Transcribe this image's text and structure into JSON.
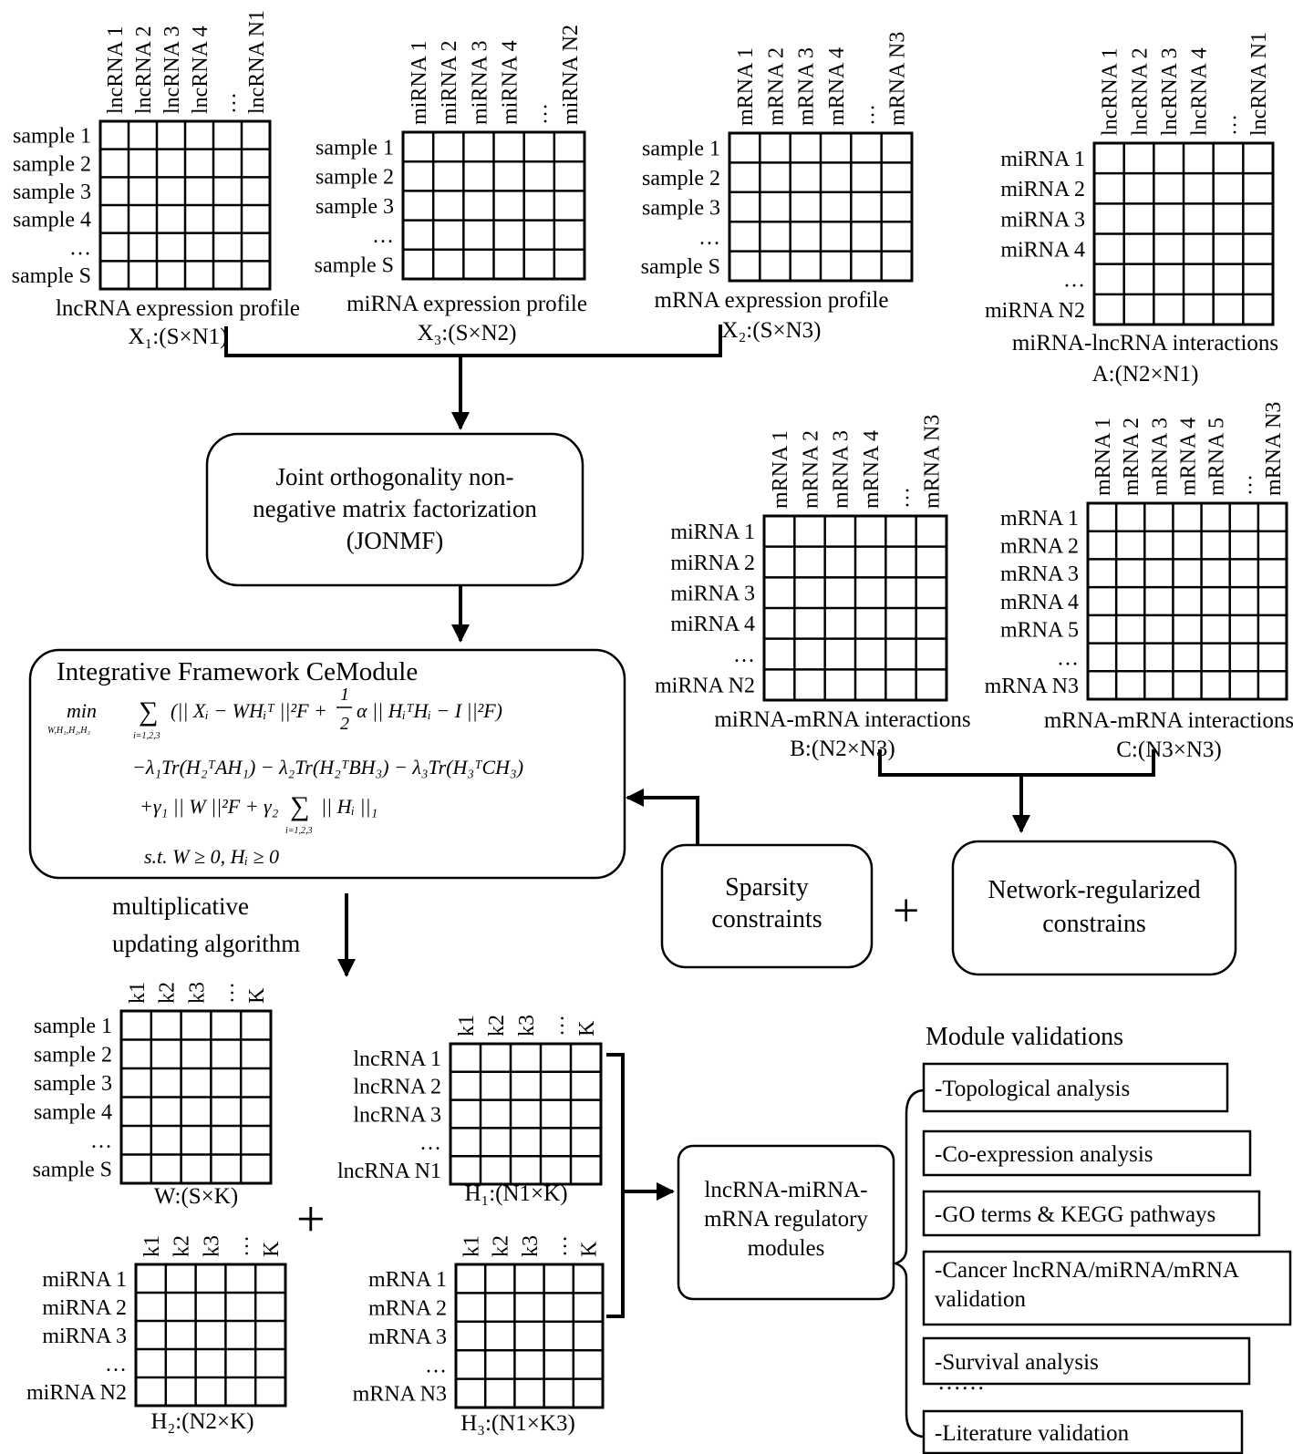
{
  "matrices": [
    {
      "id": "lncrna-expression",
      "col_labels": [
        "lncRNA 1",
        "lncRNA 2",
        "lncRNA 3",
        "lncRNA 4",
        "…",
        "lncRNA N1"
      ],
      "row_labels": [
        "sample 1",
        "sample 2",
        "sample 3",
        "sample 4",
        "…",
        "sample S"
      ],
      "caption": [
        "lncRNA expression profile",
        "X₁:(S×N1)"
      ]
    },
    {
      "id": "mirna-expression",
      "col_labels": [
        "miRNA 1",
        "miRNA 2",
        "miRNA 3",
        "miRNA 4",
        "…",
        "miRNA N2"
      ],
      "row_labels": [
        "sample 1",
        "sample 2",
        "sample 3",
        "…",
        "sample S"
      ],
      "caption": [
        "miRNA expression profile",
        "X₃:(S×N2)"
      ]
    },
    {
      "id": "mrna-expression",
      "col_labels": [
        "mRNA 1",
        "mRNA 2",
        "mRNA 3",
        "mRNA 4",
        "…",
        "mRNA N3"
      ],
      "row_labels": [
        "sample 1",
        "sample 2",
        "sample 3",
        "…",
        "sample S"
      ],
      "caption": [
        "mRNA expression profile",
        "X₂:(S×N3)"
      ]
    },
    {
      "id": "mirna-lncrna-interactions",
      "col_labels": [
        "lncRNA 1",
        "lncRNA 2",
        "lncRNA 3",
        "lncRNA 4",
        "…",
        "lncRNA N1"
      ],
      "row_labels": [
        "miRNA 1",
        "miRNA 2",
        "miRNA 3",
        "miRNA 4",
        "…",
        "miRNA N2"
      ],
      "caption": [
        "miRNA-lncRNA interactions",
        "A:(N2×N1)"
      ]
    },
    {
      "id": "mirna-mrna-interactions",
      "col_labels": [
        "mRNA 1",
        "mRNA 2",
        "mRNA 3",
        "mRNA 4",
        "…",
        "mRNA N3"
      ],
      "row_labels": [
        "miRNA 1",
        "miRNA 2",
        "miRNA 3",
        "miRNA 4",
        "…",
        "miRNA N2"
      ],
      "caption": [
        "miRNA-mRNA interactions",
        "B:(N2×N3)"
      ]
    },
    {
      "id": "mrna-mrna-interactions",
      "col_labels": [
        "mRNA 1",
        "mRNA 2",
        "mRNA 3",
        "mRNA 4",
        "mRNA 5",
        "…",
        "mRNA N3"
      ],
      "row_labels": [
        "mRNA 1",
        "mRNA 2",
        "mRNA 3",
        "mRNA 4",
        "mRNA 5",
        "…",
        "mRNA N3"
      ],
      "caption": [
        "mRNA-mRNA interactions",
        "C:(N3×N3)"
      ]
    },
    {
      "id": "w-matrix",
      "col_labels": [
        "k1",
        "k2",
        "k3",
        "…",
        "K"
      ],
      "row_labels": [
        "sample 1",
        "sample 2",
        "sample 3",
        "sample 4",
        "…",
        "sample S"
      ],
      "caption": [
        "W:(S×K)"
      ]
    },
    {
      "id": "h1-matrix",
      "col_labels": [
        "k1",
        "k2",
        "k3",
        "…",
        "K"
      ],
      "row_labels": [
        "lncRNA 1",
        "lncRNA 2",
        "lncRNA 3",
        "…",
        "lncRNA N1"
      ],
      "caption": [
        "H₁:(N1×K)"
      ]
    },
    {
      "id": "h2-matrix",
      "col_labels": [
        "k1",
        "k2",
        "k3",
        "…",
        "K"
      ],
      "row_labels": [
        "miRNA 1",
        "miRNA 2",
        "miRNA 3",
        "…",
        "miRNA N2"
      ],
      "caption": [
        "H₂:(N2×K)"
      ]
    },
    {
      "id": "h3-matrix",
      "col_labels": [
        "k1",
        "k2",
        "k3",
        "…",
        "K"
      ],
      "row_labels": [
        "mRNA 1",
        "mRNA 2",
        "mRNA 3",
        "…",
        "mRNA N3"
      ],
      "caption": [
        "H₃:(N1×K3)"
      ]
    }
  ],
  "boxes": {
    "jonmf": [
      "Joint orthogonality non-",
      "negative matrix factorization",
      "(JONMF)"
    ],
    "framework_title": "Integrative Framework CeModule",
    "sparsity": [
      "Sparsity",
      "constraints"
    ],
    "network": [
      "Network-regularized",
      "constrains"
    ],
    "modules": [
      "lncRNA-miRNA-",
      "mRNA regulatory",
      "modules"
    ]
  },
  "formula": {
    "min": "min",
    "min_sub": "W,H₁,H₂,H₃",
    "sum": "∑",
    "sum_sub": "i=1,2,3",
    "line1": "(|| Xᵢ − WHᵢᵀ ||²F + ",
    "half_num": "1",
    "half_den": "2",
    "line1_tail": "α || HᵢᵀHᵢ − I ||²F)",
    "line2": "−λ₁Tr(H₂ᵀAH₁) − λ₂Tr(H₂ᵀBH₃) − λ₃Tr(H₃ᵀCH₃)",
    "line3a": "+γ₁ || W ||²F + γ₂",
    "line3b": "|| Hᵢ ||₁",
    "line4": "s.t.   W ≥ 0, Hᵢ ≥ 0"
  },
  "algorithm_label": [
    "multiplicative",
    "updating algorithm"
  ],
  "plus": "+",
  "validation": {
    "title": "Module validations",
    "items": [
      {
        "lines": [
          "-Topological analysis"
        ]
      },
      {
        "lines": [
          "-Co-expression analysis"
        ]
      },
      {
        "lines": [
          "-GO terms & KEGG pathways"
        ]
      },
      {
        "lines": [
          "-Cancer lncRNA/miRNA/mRNA",
          "validation"
        ]
      },
      {
        "lines": [
          "-Survival analysis"
        ]
      },
      {
        "lines": [
          "-Literature validation"
        ]
      }
    ],
    "ellipsis": "……"
  }
}
